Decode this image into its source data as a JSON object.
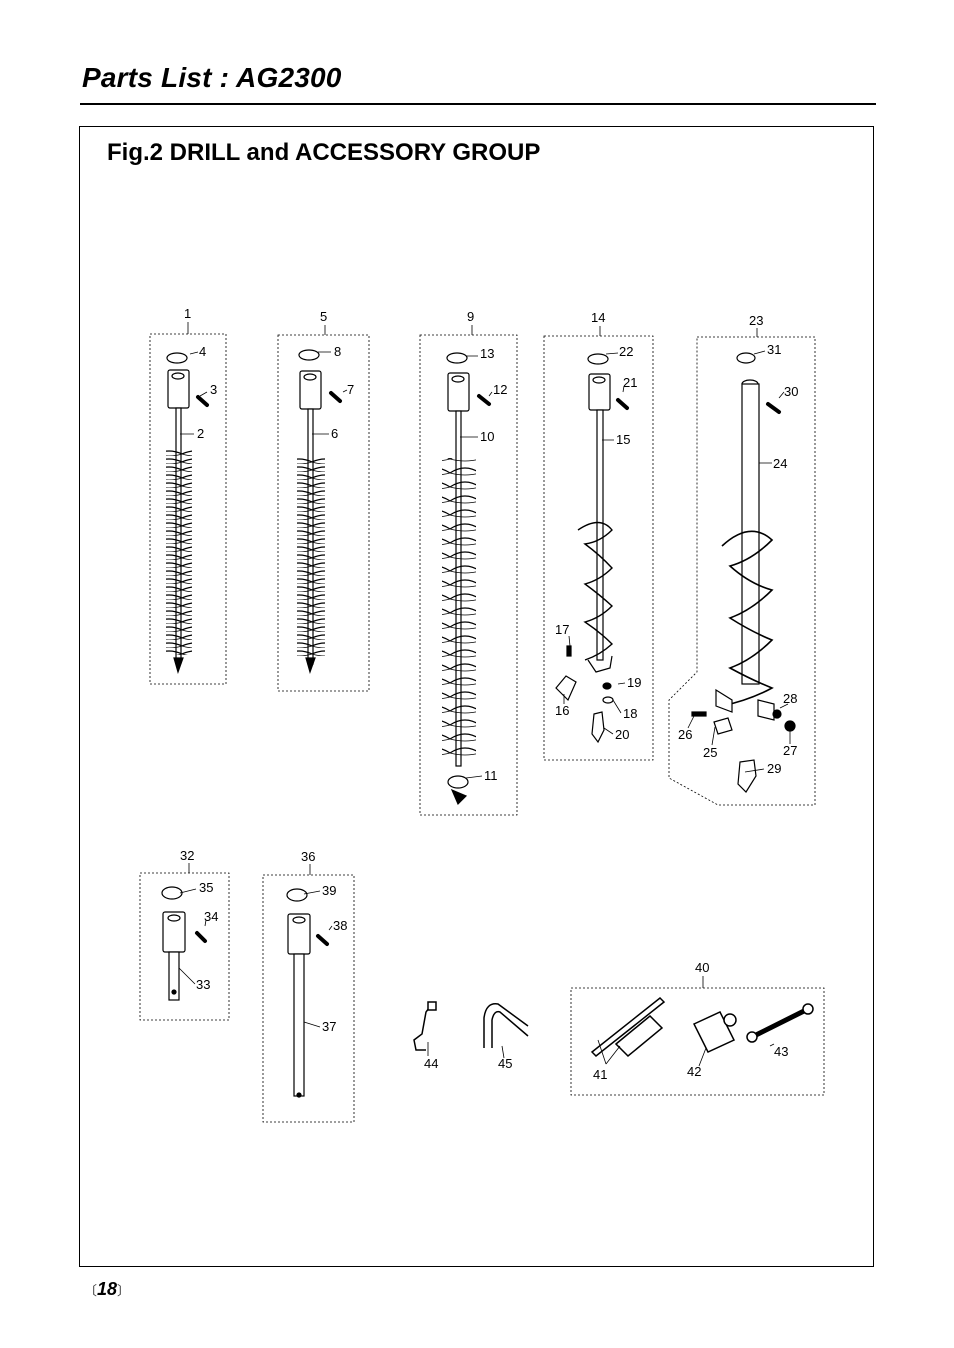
{
  "header": {
    "title": "Parts List : AG2300",
    "figure_title": "Fig.2  DRILL and ACCESSORY GROUP"
  },
  "footer": {
    "page_number": "18"
  },
  "diagram": {
    "labels": [
      "1",
      "2",
      "3",
      "4",
      "5",
      "6",
      "7",
      "8",
      "9",
      "10",
      "11",
      "12",
      "13",
      "14",
      "15",
      "16",
      "17",
      "18",
      "19",
      "20",
      "21",
      "22",
      "23",
      "24",
      "25",
      "26",
      "27",
      "28",
      "29",
      "30",
      "31",
      "32",
      "33",
      "34",
      "35",
      "36",
      "37",
      "38",
      "39",
      "40",
      "41",
      "42",
      "43",
      "44",
      "45"
    ]
  }
}
